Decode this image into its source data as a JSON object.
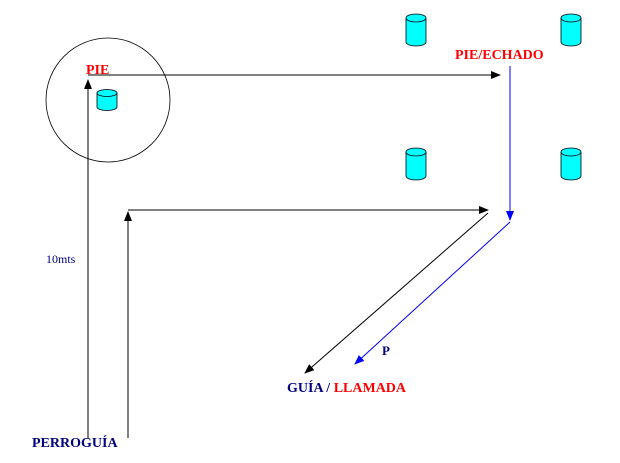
{
  "labels": {
    "pie": "PIE",
    "pie_echado": "PIE/ECHADO",
    "distance": "10mts",
    "p": "P",
    "guia": "GUÍA",
    "separator": " / ",
    "llamada": "LLAMADA",
    "perroguia": "PERROGUÍA"
  },
  "colors": {
    "red": "#ff0000",
    "navy": "#000080",
    "blue_path": "#0000ff",
    "black": "#000000",
    "cylinder_fill": "#00ffff"
  },
  "icons": {
    "cylinder": "cylinder-icon",
    "circle": "circle-marker"
  }
}
